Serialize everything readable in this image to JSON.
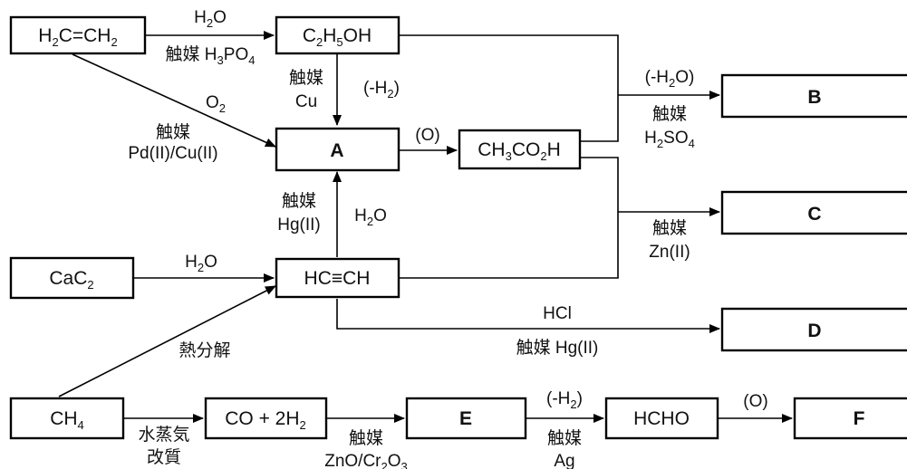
{
  "nodes": {
    "ethylene": "H2C=CH2",
    "ethanol": "C2H5OH",
    "a": "A",
    "acetic_acid": "CH3CO2H",
    "b": "B",
    "c": "C",
    "cac2": "CaC2",
    "acetylene": "HC≡CH",
    "d": "D",
    "ch4": "CH4",
    "syngas": "CO + 2H2",
    "e": "E",
    "hcho": "HCHO",
    "f": "F"
  },
  "labels": {
    "water_top": "H2O",
    "catalyst_h3po4": "触媒 H3PO4",
    "o2": "O2",
    "catalyst_pd": "触媒",
    "pd_cu": "Pd(II)/Cu(II)",
    "catalyst_cu": "触媒",
    "cu": "Cu",
    "minus_h2_top": "(-H2)",
    "oxidation_top": "(O)",
    "minus_h2o": "(-H2O)",
    "catalyst_h2so4": "触媒",
    "h2so4": "H2SO4",
    "catalyst_hg": "触媒",
    "hg_ii": "Hg(II)",
    "water_a": "H2O",
    "catalyst_zn": "触媒",
    "zn_ii": "Zn(II)",
    "water_cac2": "H2O",
    "hcl": "HCl",
    "catalyst_hg_d": "触媒 Hg(II)",
    "pyrolysis": "熱分解",
    "steam_1": "水蒸気",
    "steam_2": "改質",
    "catalyst_zno": "触媒",
    "zno_cr2o3": "ZnO/Cr2O3",
    "minus_h2_bottom": "(-H2)",
    "catalyst_ag": "触媒",
    "ag": "Ag",
    "oxidation_bottom": "(O)"
  }
}
